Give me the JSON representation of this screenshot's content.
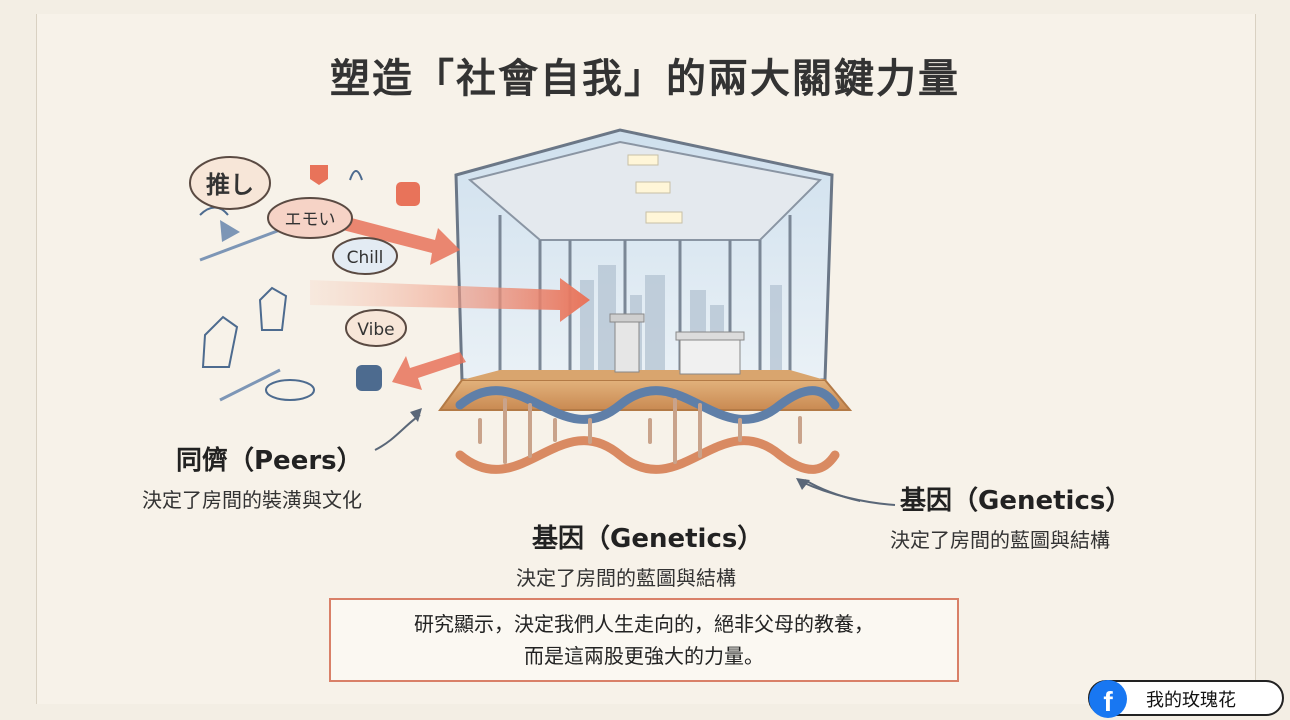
{
  "slide": {
    "title": "塑造「社會自我」的兩大關鍵力量",
    "peers": {
      "title": "同儕（Peers）",
      "desc": "決定了房間的裝潢與文化"
    },
    "genetics_center": {
      "title": "基因（Genetics）",
      "desc": "決定了房間的藍圖與結構"
    },
    "genetics_right": {
      "title": "基因（Genetics）",
      "desc": "決定了房間的藍圖與結構"
    },
    "quote": {
      "line1": "研究顯示，決定我們人生走向的，絕非父母的教養，",
      "line2": "而是這兩股更強大的力量。"
    },
    "bubbles": [
      "推し",
      "エモい",
      "Chill",
      "Vibe"
    ]
  },
  "badge": {
    "label": "我的玫瑰花",
    "icon": "facebook-icon"
  },
  "colors": {
    "accent": "#e8735a",
    "border": "#d98068",
    "facebook": "#1877f2"
  }
}
